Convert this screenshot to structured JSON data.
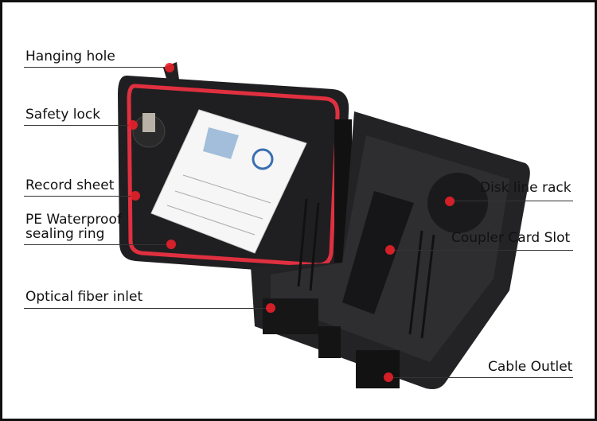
{
  "labels": {
    "hanging_hole": "Hanging hole",
    "safety_lock": "Safety lock",
    "record_sheet": "Record sheet",
    "pe_sealing_1": "PE Waterproof",
    "pe_sealing_2": "sealing ring",
    "fiber_inlet": "Optical fiber inlet",
    "disk_line_rack": "Disk line rack",
    "coupler_card_slot": "Coupler Card Slot",
    "cable_outlet": "Cable Outlet"
  },
  "colors": {
    "marker": "#e8202a",
    "gasket": "#e03040",
    "body": "#1c1c1e"
  }
}
